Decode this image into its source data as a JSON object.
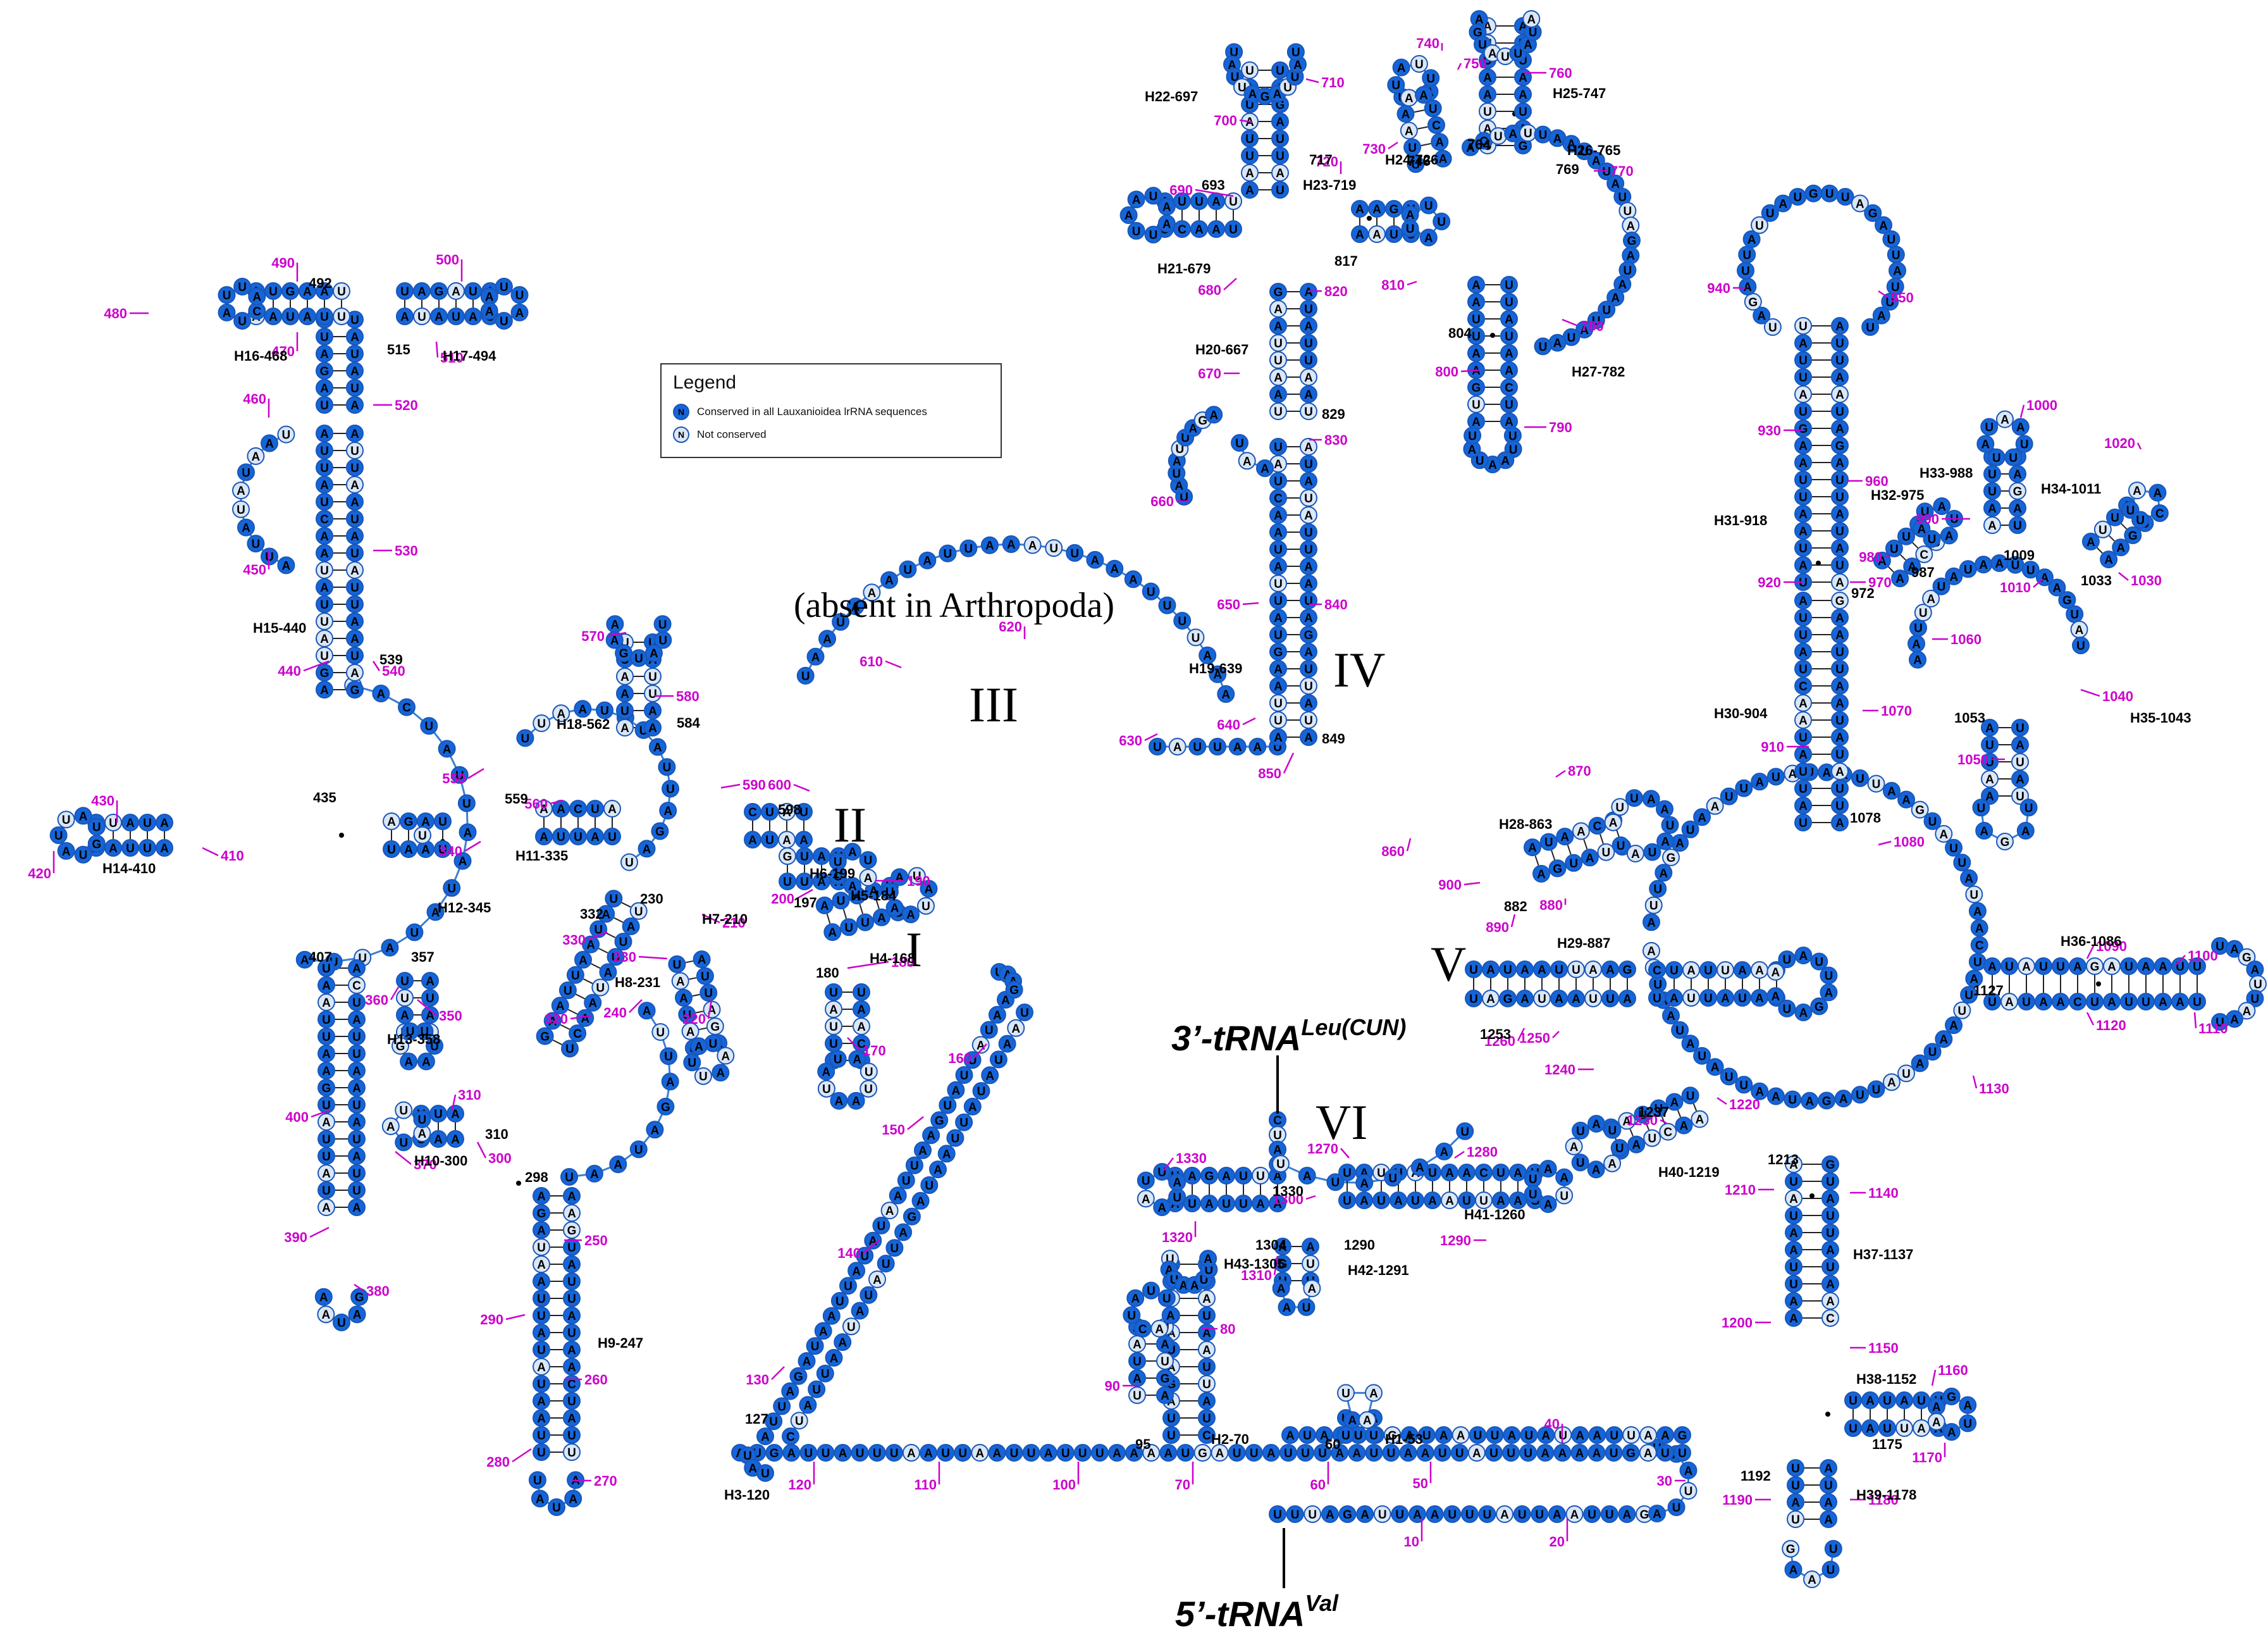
{
  "legend": {
    "title": "Legend",
    "items": [
      {
        "symbol": "N",
        "label": "Conserved in all Lauxanioidea lrRNA sequences",
        "color": "#1565d8"
      },
      {
        "symbol": "N",
        "label": "Not conserved",
        "color": "#dbe7f7"
      }
    ]
  },
  "colors": {
    "conserved": "#1565d8",
    "not_conserved": "#dbe7f7",
    "outline": "#1a56b8",
    "backbone": "#3a7fd5",
    "number_label": "#cc00cc",
    "helix_label": "#000000"
  },
  "domains": [
    "I",
    "II",
    "III",
    "IV",
    "V",
    "VI"
  ],
  "annotations": {
    "absent": "(absent in Arthropoda)",
    "trna_3_prefix": "3’-tRNA",
    "trna_3_super": "Leu(CUN)",
    "trna_5_prefix": "5’-tRNA",
    "trna_5_super": "Val"
  },
  "helix_labels": [
    "H1-53",
    "H2-70",
    "H3-120",
    "H4-168",
    "H5-184",
    "H6-199",
    "H7-210",
    "H8-231",
    "H9-247",
    "H10-300",
    "H11-335",
    "H12-345",
    "H13-358",
    "H14-410",
    "H15-440",
    "H16-468",
    "H17-494",
    "H18-562",
    "H19-639",
    "H20-667",
    "H21-679",
    "H22-697",
    "H23-719",
    "H24-726",
    "H25-747",
    "H26-765",
    "H27-782",
    "H28-863",
    "H29-887",
    "H30-904",
    "H31-918",
    "H32-975",
    "H33-988",
    "H34-1011",
    "H35-1043",
    "H36-1086",
    "H37-1137",
    "H38-1152",
    "H39-1178",
    "H40-1219",
    "H41-1260",
    "H42-1291",
    "H43-1305"
  ],
  "position_labels": [
    "10",
    "20",
    "30",
    "40",
    "50",
    "60",
    "70",
    "80",
    "90",
    "100",
    "110",
    "120",
    "130",
    "140",
    "150",
    "160",
    "170",
    "180",
    "190",
    "200",
    "210",
    "220",
    "230",
    "240",
    "250",
    "260",
    "270",
    "280",
    "290",
    "300",
    "310",
    "320",
    "330",
    "340",
    "350",
    "360",
    "370",
    "380",
    "390",
    "400",
    "410",
    "420",
    "430",
    "440",
    "450",
    "460",
    "470",
    "480",
    "490",
    "500",
    "510",
    "520",
    "530",
    "540",
    "550",
    "560",
    "570",
    "580",
    "590",
    "600",
    "610",
    "620",
    "630",
    "640",
    "650",
    "660",
    "670",
    "680",
    "690",
    "700",
    "710",
    "720",
    "730",
    "740",
    "750",
    "760",
    "770",
    "780",
    "790",
    "800",
    "810",
    "820",
    "830",
    "840",
    "850",
    "860",
    "870",
    "880",
    "890",
    "900",
    "910",
    "920",
    "930",
    "940",
    "950",
    "960",
    "970",
    "980",
    "990",
    "1000",
    "1010",
    "1020",
    "1030",
    "1040",
    "1050",
    "1060",
    "1070",
    "1080",
    "1090",
    "1100",
    "1110",
    "1120",
    "1130",
    "1140",
    "1150",
    "1160",
    "1170",
    "1180",
    "1190",
    "1200",
    "1210",
    "1220",
    "1230",
    "1240",
    "1250",
    "1260",
    "1270",
    "1280",
    "1290",
    "1300",
    "1310",
    "1320",
    "1330"
  ],
  "index_labels": [
    "60",
    "95",
    "127",
    "180",
    "197",
    "230",
    "298",
    "310",
    "332",
    "357",
    "407",
    "435",
    "492",
    "515",
    "539",
    "559",
    "584",
    "598",
    "693",
    "717",
    "746",
    "764",
    "769",
    "804",
    "817",
    "829",
    "849",
    "882",
    "972",
    "987",
    "1009",
    "1033",
    "1053",
    "1078",
    "1127",
    "1175",
    "1192",
    "1213",
    "1237",
    "1253",
    "1290",
    "1304",
    "1330"
  ],
  "loop_sequences": {
    "five_prime_tail": "UUUAGAUUAAUUUAUUAAUUAGUAAAA",
    "h2_70_pair_row": "AUGAUUAUUUAAUUAAUUAUUUAAA",
    "h3_bottom_row": "UAUUAUUAAAUUUUAAUUAUUAAAUUUAU",
    "domain_III_loop": "UAAUAAAUAUUAAAUUAAAUUUUAAAUUAUAUUAAUUAUUAAU",
    "h22_697_loop": "UAUUAGAUUAU",
    "h31_918_loop": "UAGAUUAUUAUGU",
    "h36_1086_loop": "UAGAUUAAUAGAU"
  }
}
